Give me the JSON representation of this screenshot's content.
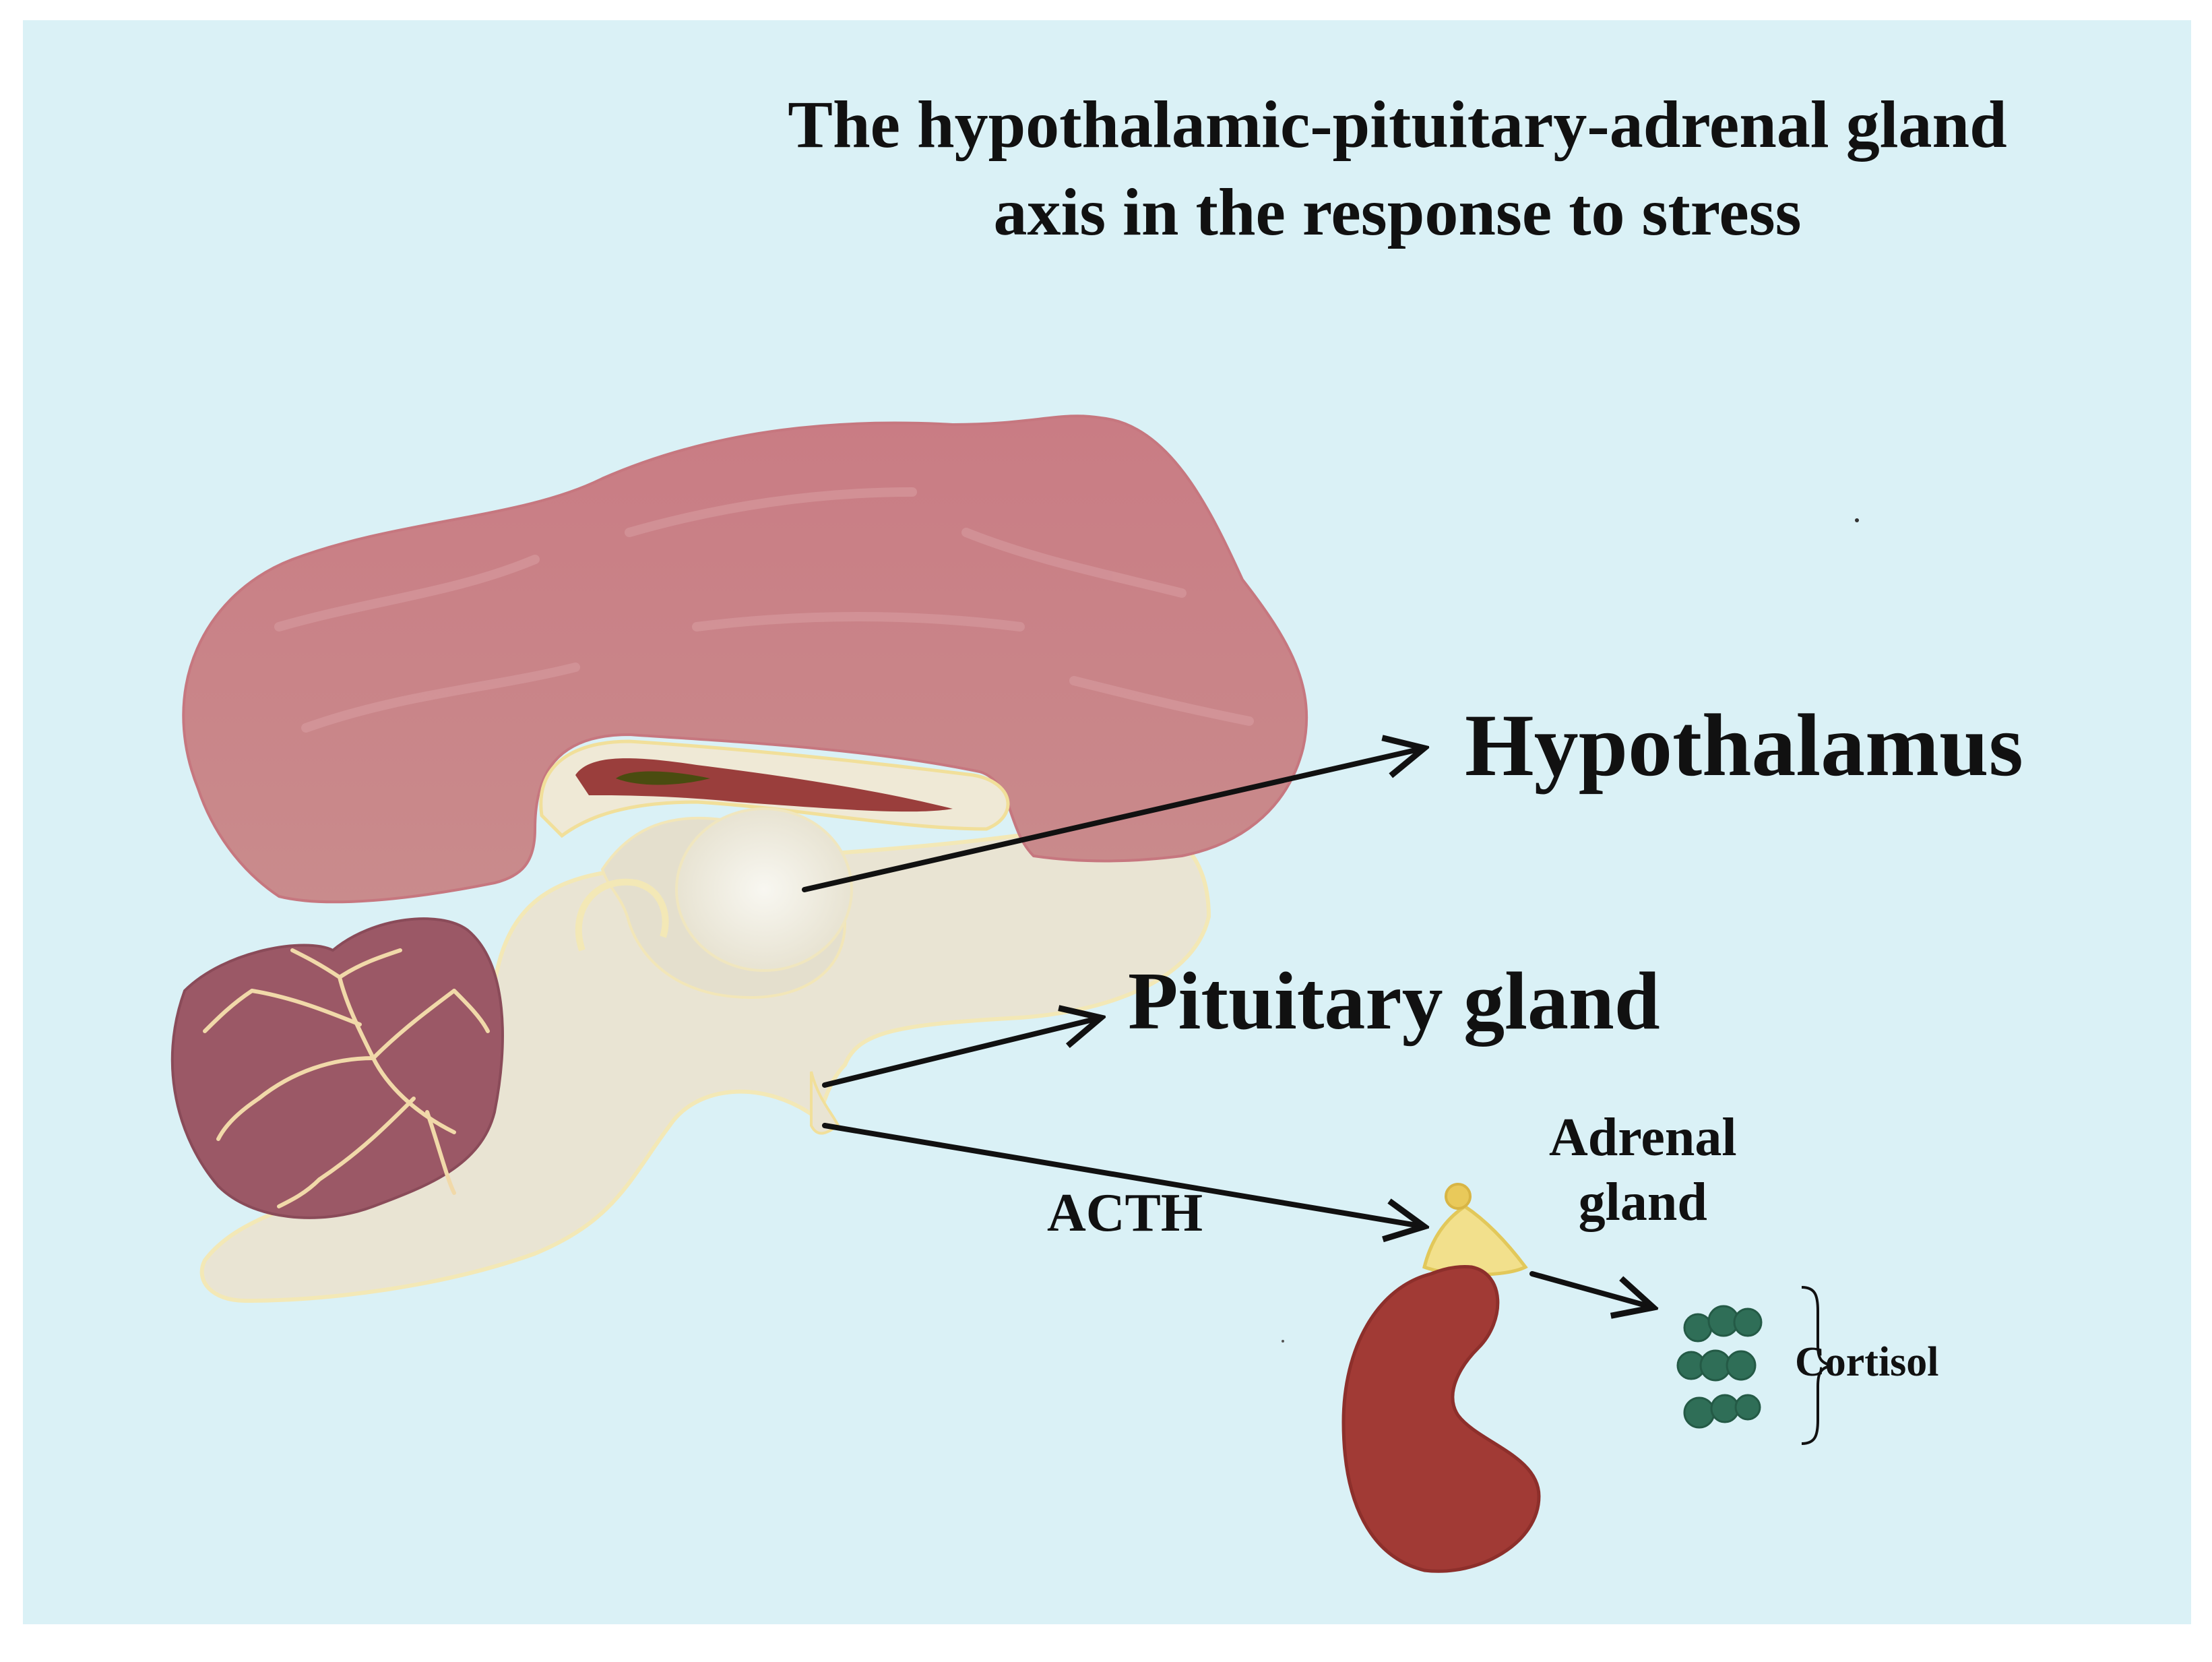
{
  "title": {
    "line1": "The hypothalamic-pituitary-adrenal gland",
    "line2": "axis in the response to stress"
  },
  "labels": {
    "hypothalamus": "Hypothalamus",
    "pituitary_gland": "Pituitary gland",
    "acth": "ACTH",
    "adrenal_gland_line1": "Adrenal",
    "adrenal_gland_line2": "gland",
    "cortisol": "Cortisol"
  },
  "colors": {
    "background": "#daf1f6",
    "cerebrum": "#c98389",
    "cerebellum": "#9b5866",
    "brainstem": "#e9e4d3",
    "hypothalamus": "#f1efe6",
    "kidney": "#a13a35",
    "adrenal": "#f2e08c",
    "cortisol_molecules": "#2f6e57",
    "arrows": "#111111"
  }
}
